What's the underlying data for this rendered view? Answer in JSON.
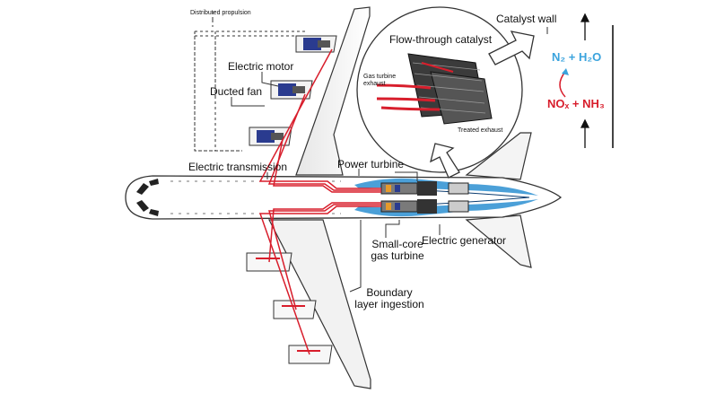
{
  "labels": {
    "distributed_propulsion": "Distributed propulsion",
    "electric_motor": "Electric motor",
    "ducted_fan": "Ducted fan",
    "electric_transmission": "Electric transmission",
    "power_turbine": "Power turbine",
    "electric_generator": "Electric generator",
    "small_core_gas_turbine": "Small-core gas turbine",
    "boundary_layer_ingestion": "Boundary layer ingestion",
    "flow_through_catalyst": "Flow-through catalyst",
    "gas_turbine_exhaust": "Gas turbine exhaust",
    "treated_exhaust": "Treated exhaust",
    "catalyst_wall": "Catalyst wall"
  },
  "chemistry": {
    "products": "N₂ + H₂O",
    "reactants": "NOₓ + NH₃"
  },
  "colors": {
    "outline": "#333333",
    "electric": "#d81e2c",
    "exhaust_blue": "#2b8fd1",
    "products": "#3aa3dd",
    "reactants": "#d81e2c",
    "engine_dark": "#2a3b8f"
  }
}
